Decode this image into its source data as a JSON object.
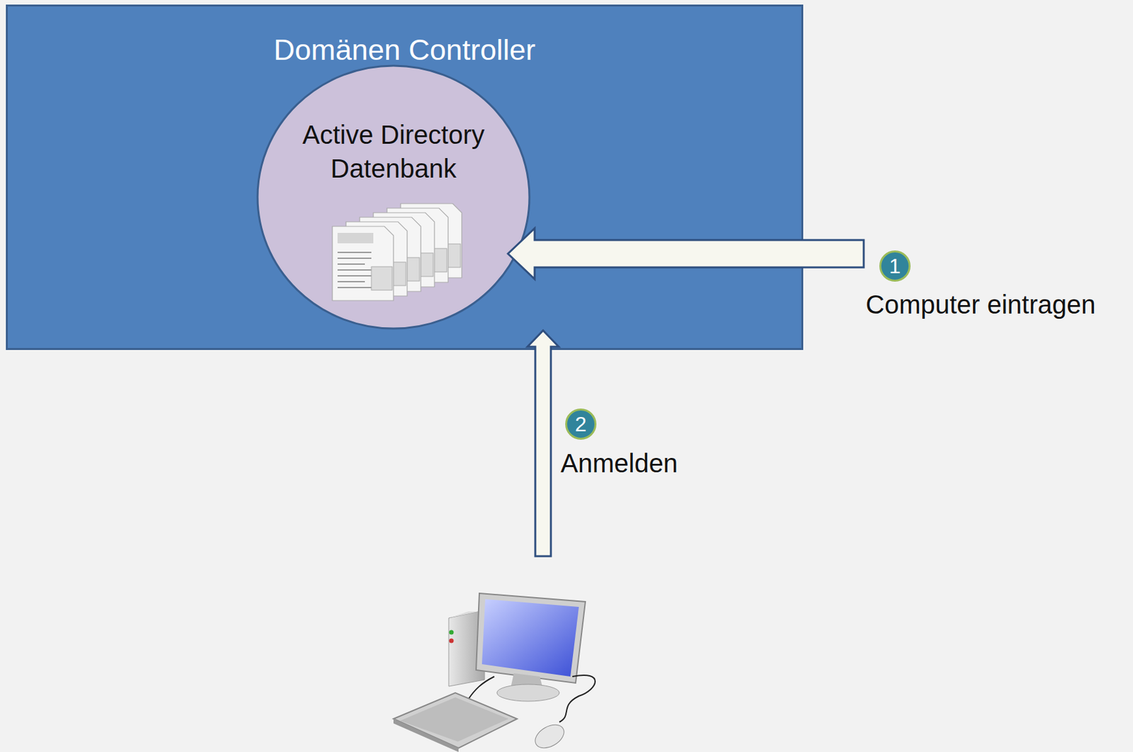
{
  "diagram": {
    "nodes": [
      {
        "text": [
          "Domänen Controller"
        ]
      },
      {
        "text": [
          "Active Directory Datenbank"
        ],
        "in": 0
      }
    ],
    "labels": [
      "1",
      "Computer eintragen",
      "2",
      "Anmelden"
    ]
  }
}
